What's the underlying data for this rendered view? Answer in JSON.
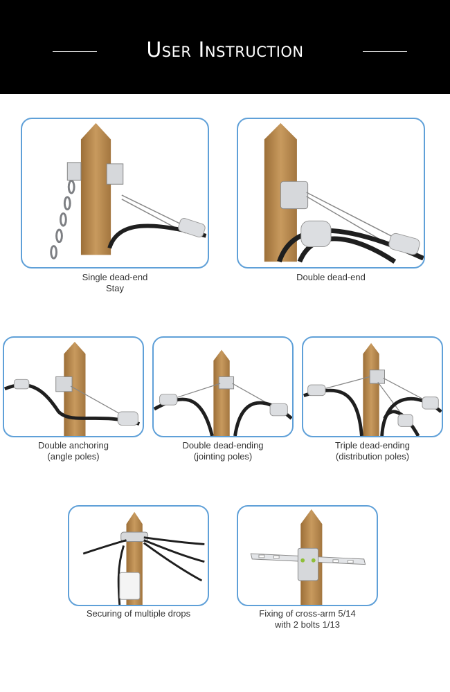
{
  "header": {
    "title": "User Instruction"
  },
  "colors": {
    "header_bg": "#000000",
    "panel_border": "#5fa0d8",
    "pole": "#b88a4e",
    "hardware": "#cfd2d6",
    "cable": "#1f1f1f"
  },
  "items": [
    {
      "caption": "Single dead-end\nStay"
    },
    {
      "caption": "Double dead-end"
    },
    {
      "caption": "Double anchoring\n(angle poles)"
    },
    {
      "caption": "Double dead-ending\n(jointing poles)"
    },
    {
      "caption": "Triple dead-ending\n(distribution poles)"
    },
    {
      "caption": "Securing of multiple drops"
    },
    {
      "caption": "Fixing of cross-arm 5/14\nwith 2 bolts 1/13"
    }
  ]
}
